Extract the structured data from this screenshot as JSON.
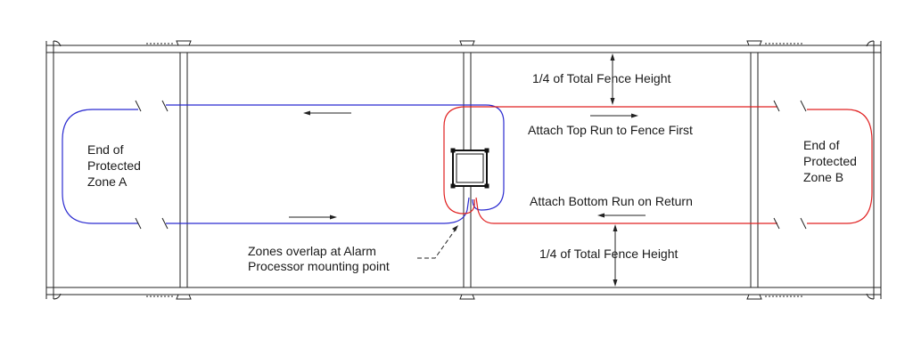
{
  "labels": {
    "zone_a": [
      "End of",
      "Protected",
      "Zone A"
    ],
    "zone_b": [
      "End of",
      "Protected",
      "Zone B"
    ],
    "top_height": "1/4 of Total Fence Height",
    "bottom_height": "1/4 of Total Fence Height",
    "attach_top": "Attach Top Run to Fence First",
    "attach_bottom": "Attach Bottom Run on Return",
    "overlap_note": [
      "Zones overlap at Alarm",
      "Processor mounting point"
    ]
  },
  "colors": {
    "zone_a_line": "#2b2bd0",
    "zone_b_line": "#e02020",
    "structure": "#222222"
  }
}
